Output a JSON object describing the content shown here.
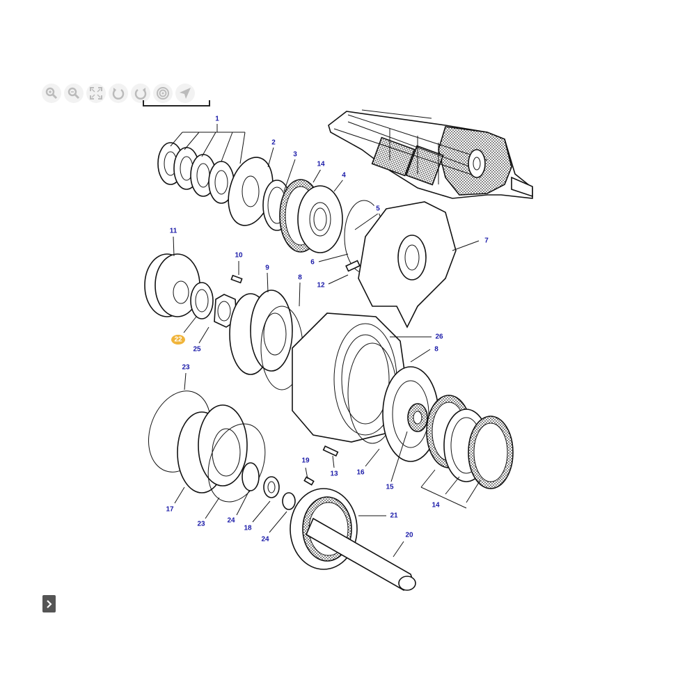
{
  "toolbar": {
    "buttons": [
      {
        "name": "zoom-in-icon"
      },
      {
        "name": "zoom-out-icon"
      },
      {
        "name": "fit-screen-icon"
      },
      {
        "name": "rotate-left-icon"
      },
      {
        "name": "rotate-right-icon"
      },
      {
        "name": "target-icon"
      },
      {
        "name": "pointer-icon"
      }
    ]
  },
  "callouts": {
    "c1": "1",
    "c2": "2",
    "c3": "3",
    "c14a": "14",
    "c4": "4",
    "c5": "5",
    "c7": "7",
    "c6": "6",
    "c12": "12",
    "c11": "11",
    "c10": "10",
    "c9": "9",
    "c8a": "8",
    "c22": "22",
    "c25": "25",
    "c26": "26",
    "c8b": "8",
    "c23a": "23",
    "c19": "19",
    "c13": "13",
    "c16": "16",
    "c15": "15",
    "c14b": "14",
    "c17": "17",
    "c23b": "23",
    "c24a": "24",
    "c18": "18",
    "c24b": "24",
    "c21": "21",
    "c20": "20"
  },
  "highlighted_callout": "22",
  "expand_icon": "chevron-right-icon"
}
